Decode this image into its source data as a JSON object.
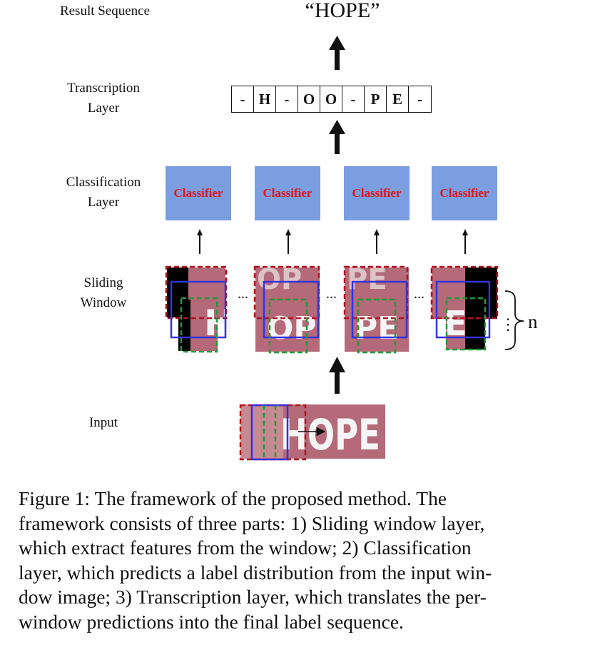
{
  "labels": {
    "result": "Result Sequence",
    "transcription": [
      "Transcription",
      "Layer"
    ],
    "classification": [
      "Classification",
      "Layer"
    ],
    "sliding": [
      "Sliding",
      "Window"
    ],
    "input": "Input"
  },
  "result_text": "“HOPE”",
  "sequence": [
    "-",
    "H",
    "-",
    "O",
    "O",
    "-",
    "P",
    "E",
    "-"
  ],
  "classifiers": [
    "Classifier",
    "Classifier",
    "Classifier",
    "Classifier"
  ],
  "window_letters": [
    "H",
    "OP",
    "PE",
    "E"
  ],
  "input_word": "HOPE",
  "ellipsis": "...",
  "vertical_dots": "⋮",
  "n_label": "n",
  "caption": [
    "Figure 1:  The framework of the proposed method.  The",
    "framework consists of three parts: 1) Sliding window layer,",
    "which extract features from the window; 2) Classification",
    "layer, which predicts a label distribution from the input win-",
    "dow image; 3) Transcription layer, which translates the per-",
    "window predictions into the final label sequence."
  ],
  "colors": {
    "classifier_fill": "#7b9ee0",
    "classifier_text": "#e0141b",
    "window_red": "#b3121f",
    "window_blue": "#3333dd",
    "window_green": "#1f9a3a",
    "patch": "#b46a78"
  }
}
